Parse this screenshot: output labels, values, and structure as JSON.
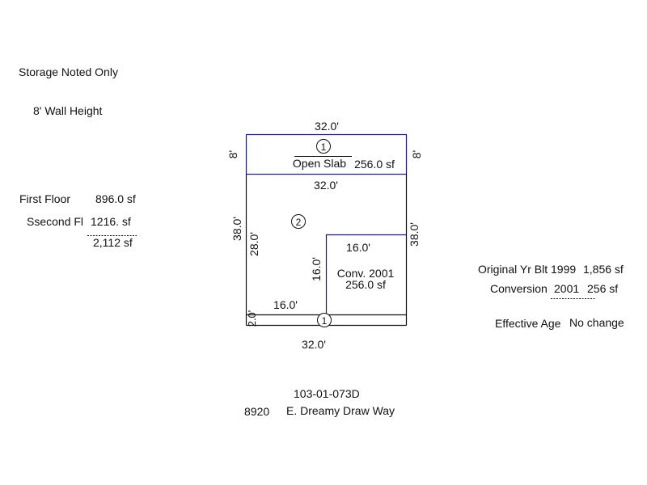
{
  "notes": {
    "storage": "Storage Noted Only",
    "wall_height": "8' Wall Height"
  },
  "left_summary": {
    "first_floor_label": "First Floor",
    "first_floor_value": "896.0 sf",
    "second_floor_label": "Ssecond Fl",
    "second_floor_value": "1216. sf",
    "total": "2,112 sf"
  },
  "right_summary": {
    "original_label": "Original Yr Blt 1999",
    "original_value": "1,856 sf",
    "conversion_label": "Conversion",
    "conversion_year": "2001",
    "conversion_value": "256 sf",
    "effective_age_label": "Effective Age",
    "effective_age_value": "No change"
  },
  "sketch": {
    "top_dim": "32.0'",
    "slab_left_dim": "8'",
    "slab_right_dim": "8'",
    "slab_marker": "1",
    "slab_label": "Open Slab",
    "slab_area": "256.0 sf",
    "mid_dim": "32.0'",
    "left_outer_dim": "38.0'",
    "left_inner_dim": "28.0'",
    "main_marker": "2",
    "right_outer_dim": "38.0'",
    "conv_top_dim": "16.0'",
    "conv_left_dim": "16.0'",
    "conv_label": "Conv. 2001",
    "conv_area": "256.0 sf",
    "bottom_inner_dim": "16.0'",
    "small_dim": "2.0'",
    "bottom_marker": "1",
    "bottom_dim": "32.0'"
  },
  "footer": {
    "parcel": "103-01-073D",
    "house_number": "8920",
    "street": "E. Dreamy Draw Way"
  },
  "colors": {
    "line_dark": "#111111",
    "line_blue": "#1a1a7a",
    "text": "#111111"
  }
}
